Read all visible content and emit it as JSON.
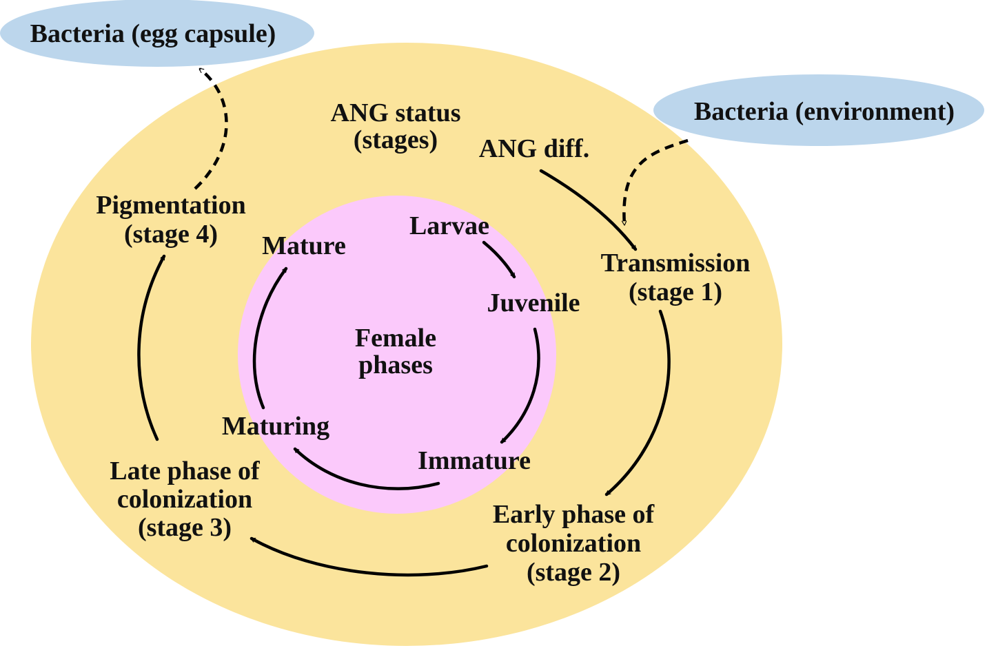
{
  "colors": {
    "outer_ellipse": "#fbe49c",
    "inner_circle": "#fbc9fb",
    "bacteria_bubble": "#bcd6ec",
    "arrow": "#000000",
    "text": "#111111"
  },
  "bacteria": {
    "egg_capsule": "Bacteria (egg capsule)",
    "environment": "Bacteria (environment)"
  },
  "ang": {
    "status_line1": "ANG status",
    "status_line2": "(stages)",
    "diff": "ANG diff."
  },
  "stages": {
    "transmission": {
      "line1": "Transmission",
      "line2": "(stage 1)"
    },
    "early": {
      "line1": "Early phase of",
      "line2": "colonization",
      "line3": "(stage 2)"
    },
    "late": {
      "line1": "Late phase of",
      "line2": "colonization",
      "line3": "(stage 3)"
    },
    "pigmentation": {
      "line1": "Pigmentation",
      "line2": "(stage 4)"
    }
  },
  "female": {
    "title_line1": "Female",
    "title_line2": "phases",
    "phases": {
      "larvae": "Larvae",
      "juvenile": "Juvenile",
      "immature": "Immature",
      "maturing": "Maturing",
      "mature": "Mature"
    }
  }
}
